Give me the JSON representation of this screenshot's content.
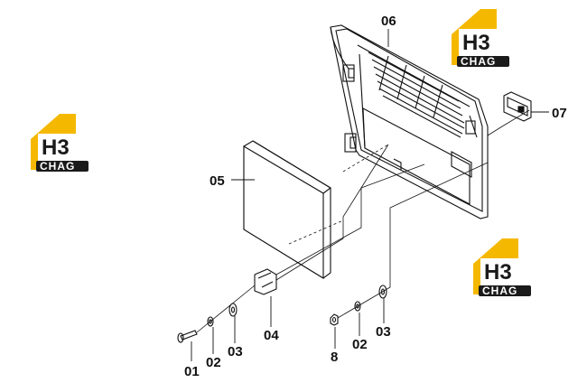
{
  "diagram": {
    "part_labels": {
      "p01": "01",
      "p02a": "02",
      "p03a": "03",
      "p04": "04",
      "p05": "05",
      "p06": "06",
      "p07": "07",
      "p8": "8",
      "p02b": "02",
      "p03b": "03"
    }
  },
  "logos": {
    "brand_top": "H3",
    "brand_bottom": "CHAG"
  },
  "colors": {
    "logo_yellow": "#f5b800",
    "logo_dark": "#1a1a1a",
    "line": "#111111"
  }
}
